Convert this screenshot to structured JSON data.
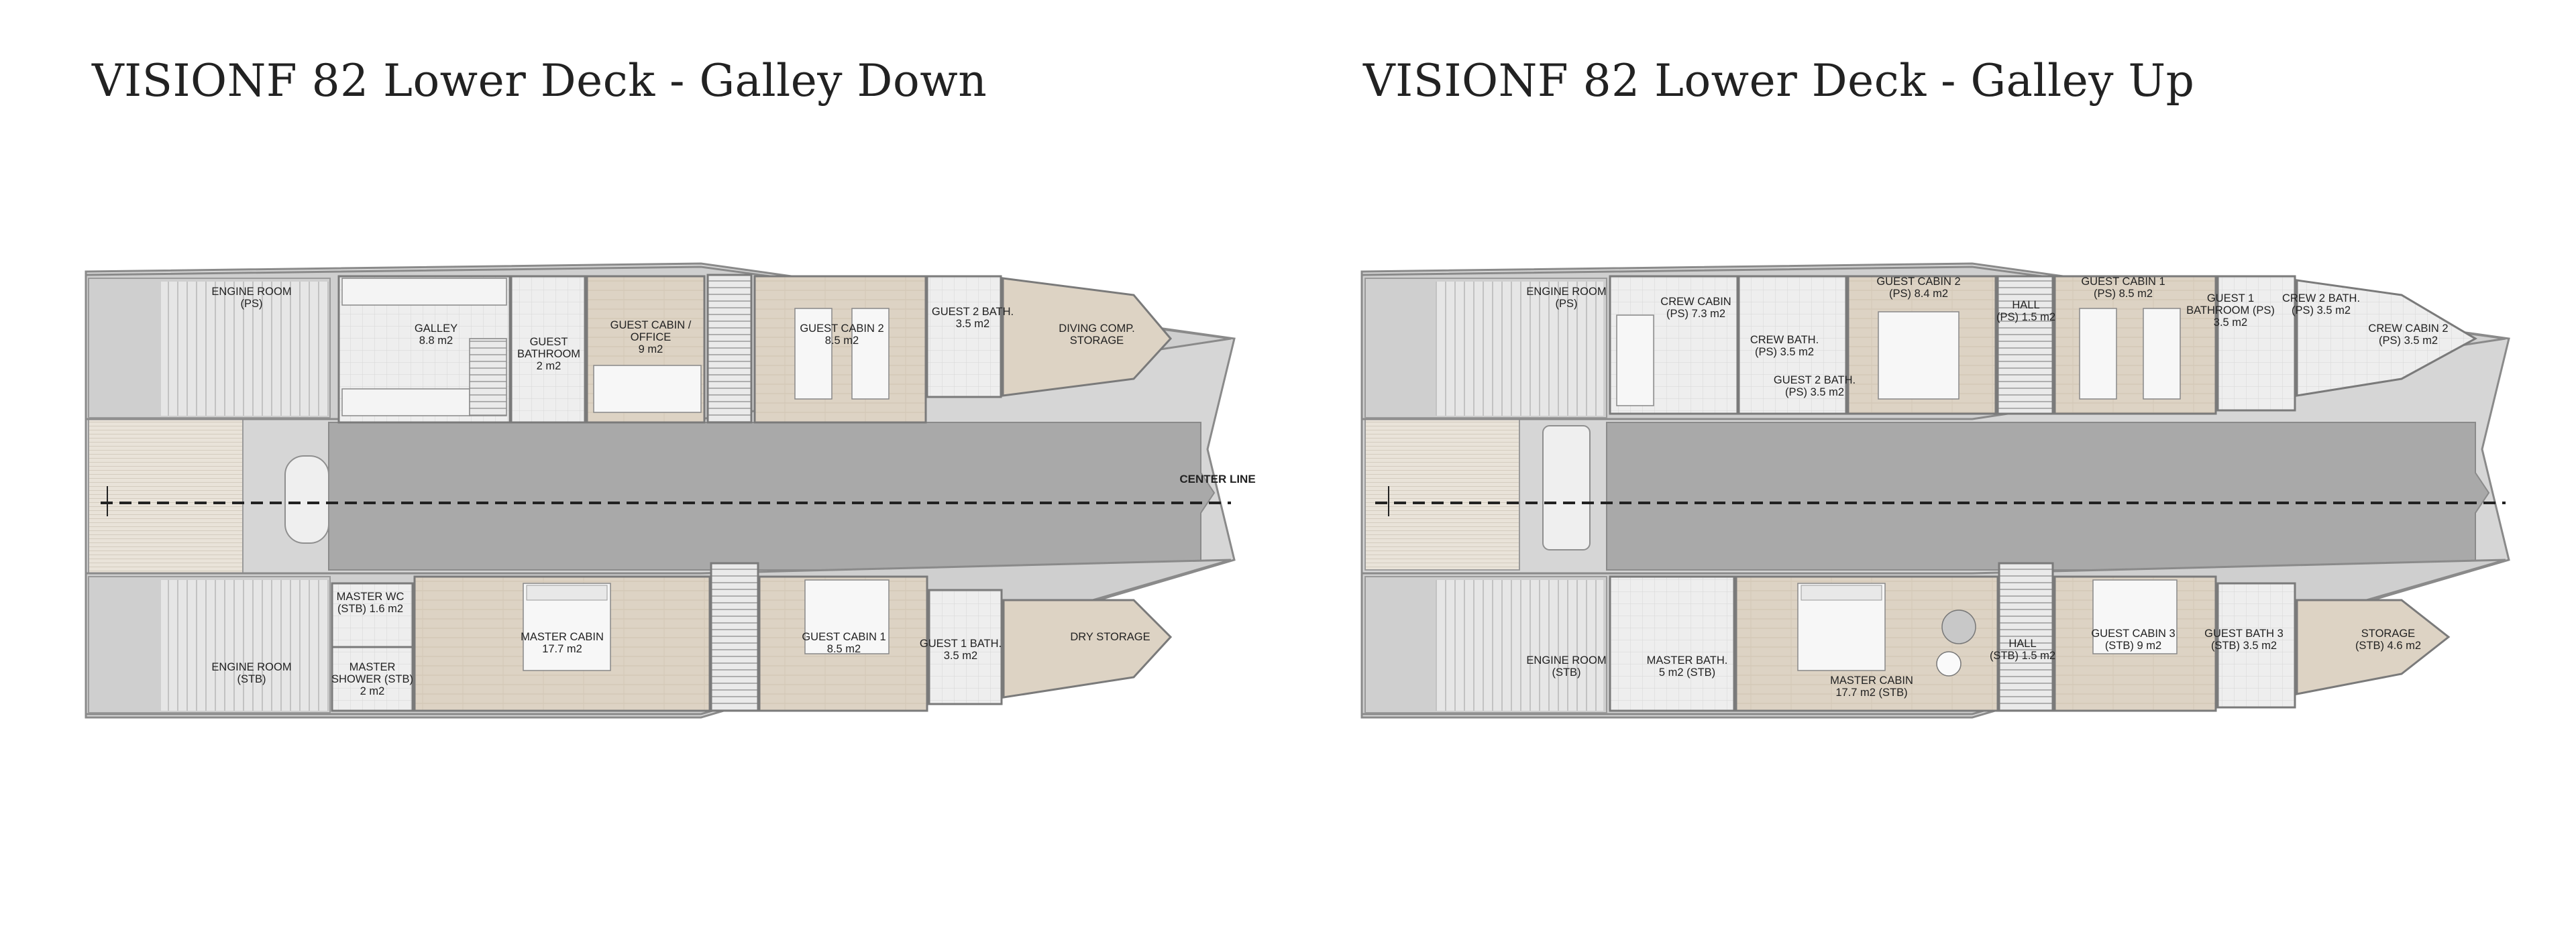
{
  "titles": {
    "left": "VISIONF 82 Lower Deck - Galley Down",
    "right": "VISIONF 82 Lower Deck - Galley Up"
  },
  "colors": {
    "hull": "#d6d6d6",
    "salon": "#a9a9a9",
    "teak": "#e9e3d9",
    "cabin_floor": "#ddd3c4",
    "outline": "#8a8a8a",
    "white": "#fafafa"
  },
  "left_plan": {
    "center_line_label": "CENTER LINE",
    "rooms": [
      {
        "id": "engine-room-ps",
        "lines": [
          "ENGINE ROOM",
          "(PS)"
        ]
      },
      {
        "id": "galley",
        "lines": [
          "GALLEY",
          "8.8 m2"
        ]
      },
      {
        "id": "guest-bathroom",
        "lines": [
          "GUEST",
          "BATHROOM",
          "2 m2"
        ]
      },
      {
        "id": "guest-cabin-office",
        "lines": [
          "GUEST CABIN /",
          "OFFICE",
          "9 m2"
        ]
      },
      {
        "id": "guest-cabin-2",
        "lines": [
          "GUEST CABIN 2",
          "8.5 m2"
        ]
      },
      {
        "id": "guest-2-bath",
        "lines": [
          "GUEST 2 BATH.",
          "3.5 m2"
        ]
      },
      {
        "id": "diving-storage",
        "lines": [
          "DIVING COMP.",
          "STORAGE"
        ]
      },
      {
        "id": "engine-room-stb",
        "lines": [
          "ENGINE ROOM",
          "(STB)"
        ]
      },
      {
        "id": "master-wc",
        "lines": [
          "MASTER WC",
          "(STB) 1.6 m2"
        ]
      },
      {
        "id": "master-shower",
        "lines": [
          "MASTER",
          "SHOWER (STB)",
          "2 m2"
        ]
      },
      {
        "id": "master-cabin",
        "lines": [
          "MASTER CABIN",
          "17.7 m2"
        ]
      },
      {
        "id": "guest-cabin-1",
        "lines": [
          "GUEST CABIN 1",
          "8.5 m2"
        ]
      },
      {
        "id": "guest-1-bath",
        "lines": [
          "GUEST 1 BATH.",
          "3.5 m2"
        ]
      },
      {
        "id": "dry-storage",
        "lines": [
          "DRY STORAGE"
        ]
      }
    ]
  },
  "right_plan": {
    "rooms": [
      {
        "id": "engine-room-ps",
        "lines": [
          "ENGINE ROOM",
          "(PS)"
        ]
      },
      {
        "id": "crew-cabin",
        "lines": [
          "CREW CABIN",
          "(PS) 7.3 m2"
        ]
      },
      {
        "id": "crew-bath",
        "lines": [
          "CREW BATH.",
          "(PS) 3.5 m2"
        ]
      },
      {
        "id": "guest-2-bath",
        "lines": [
          "GUEST 2 BATH.",
          "(PS) 3.5 m2"
        ]
      },
      {
        "id": "guest-cabin-2",
        "lines": [
          "GUEST CABIN 2",
          "(PS) 8.4 m2"
        ]
      },
      {
        "id": "hall-ps",
        "lines": [
          "HALL",
          "(PS) 1.5 m2"
        ]
      },
      {
        "id": "guest-cabin-1",
        "lines": [
          "GUEST CABIN 1",
          "(PS) 8.5 m2"
        ]
      },
      {
        "id": "guest-1-bathroom",
        "lines": [
          "GUEST 1",
          "BATHROOM (PS)",
          "3.5 m2"
        ]
      },
      {
        "id": "crew-2-bath",
        "lines": [
          "CREW 2 BATH.",
          "(PS) 3.5 m2"
        ]
      },
      {
        "id": "crew-cabin-2",
        "lines": [
          "CREW CABIN 2",
          "(PS) 3.5 m2"
        ]
      },
      {
        "id": "engine-room-stb",
        "lines": [
          "ENGINE ROOM",
          "(STB)"
        ]
      },
      {
        "id": "master-bath",
        "lines": [
          "MASTER BATH.",
          "5 m2 (STB)"
        ]
      },
      {
        "id": "master-cabin",
        "lines": [
          "MASTER CABIN",
          "17.7 m2 (STB)"
        ]
      },
      {
        "id": "hall-stb",
        "lines": [
          "HALL",
          "(STB) 1.5 m2"
        ]
      },
      {
        "id": "guest-cabin-3",
        "lines": [
          "GUEST CABIN 3",
          "(STB) 9 m2"
        ]
      },
      {
        "id": "guest-bath-3",
        "lines": [
          "GUEST BATH 3",
          "(STB) 3.5 m2"
        ]
      },
      {
        "id": "storage",
        "lines": [
          "STORAGE",
          "(STB) 4.6 m2"
        ]
      }
    ]
  }
}
